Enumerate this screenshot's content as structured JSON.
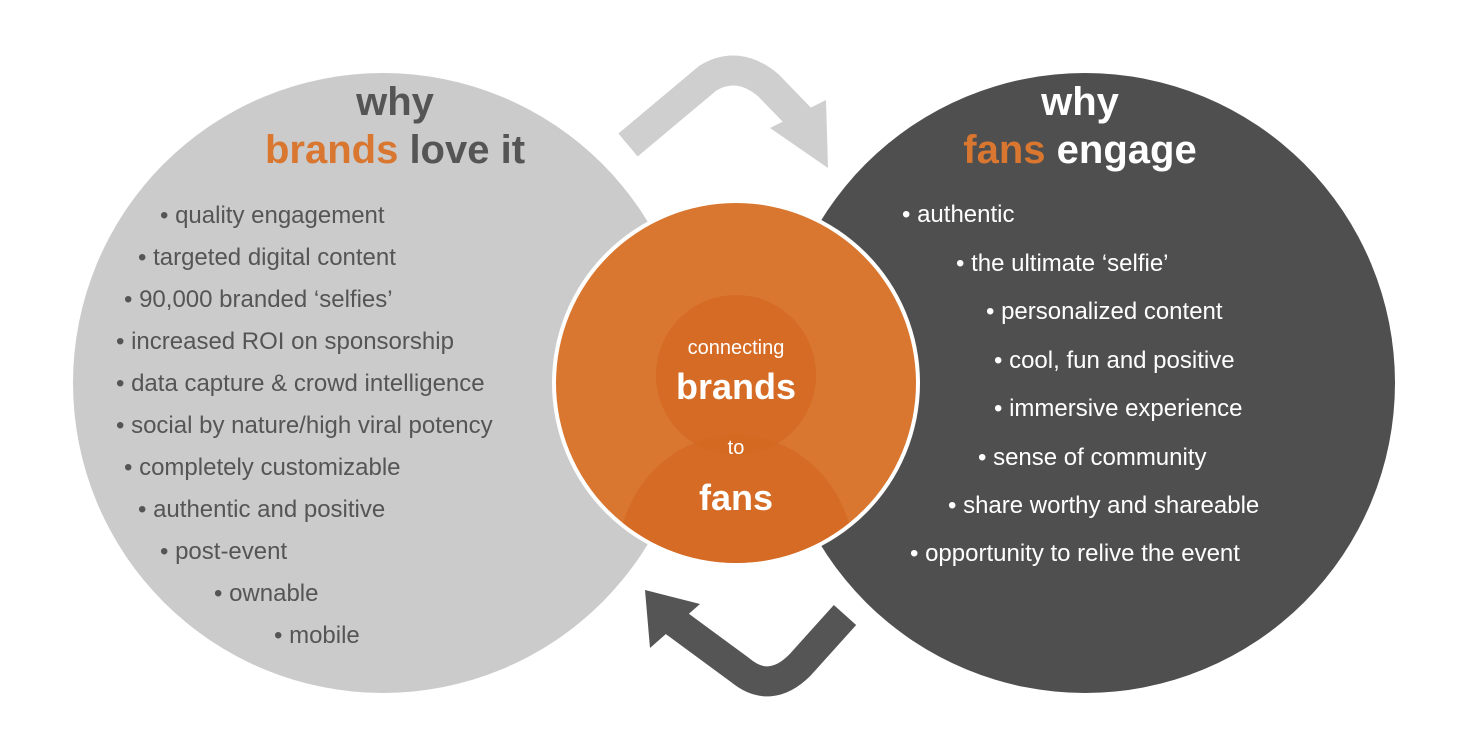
{
  "colors": {
    "left_circle": "#cbcbcb",
    "right_circle": "#4f4f4f",
    "center_circle": "#d9762f",
    "center_figure": "#d46a22",
    "accent": "#d9762f",
    "arrow_top": "#cfcfcf",
    "arrow_bottom": "#555555"
  },
  "left": {
    "heading_line1": "why",
    "heading_accent": "brands",
    "heading_rest": " love it",
    "items": [
      "quality engagement",
      "targeted digital content",
      "90,000 branded ‘selfies’",
      "increased ROI on sponsorship",
      "data capture & crowd intelligence",
      "social by nature/high viral potency",
      "completely customizable",
      "authentic and positive",
      "post-event",
      "ownable",
      "mobile"
    ]
  },
  "right": {
    "heading_line1": "why",
    "heading_accent": "fans",
    "heading_rest": " engage",
    "items": [
      "authentic",
      "the ultimate ‘selfie’",
      "personalized content",
      "cool, fun and positive",
      "immersive experience",
      "sense of community",
      "share worthy and shareable",
      "opportunity to relive the event"
    ]
  },
  "center": {
    "line1": "connecting",
    "line2": "brands",
    "line3": "to",
    "line4": "fans"
  }
}
